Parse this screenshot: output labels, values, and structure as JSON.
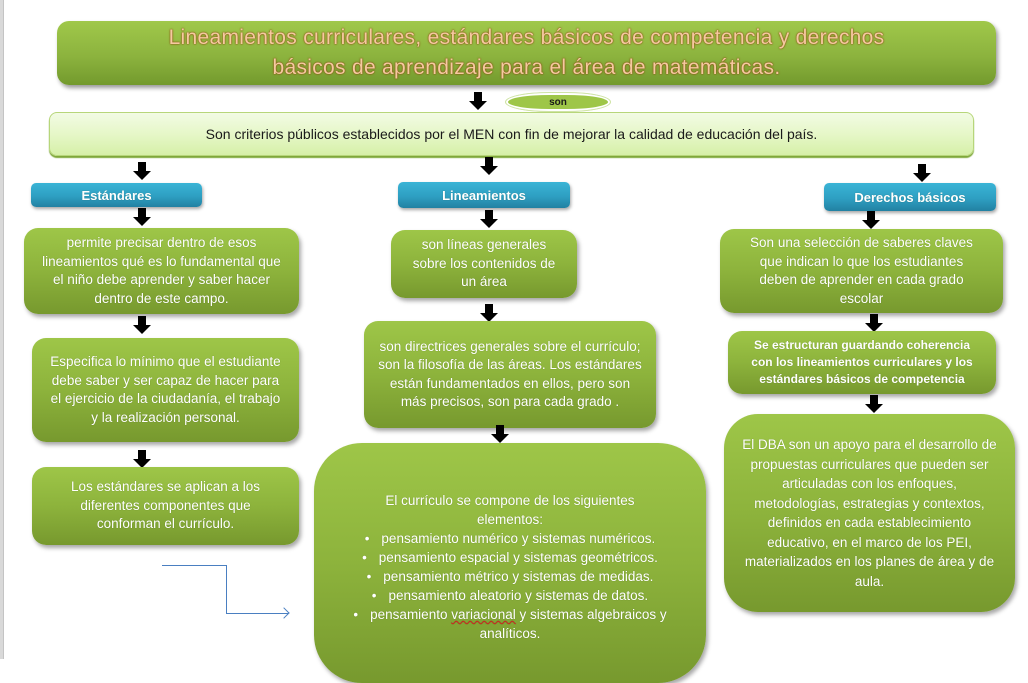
{
  "title": {
    "line1": "Lineamientos curriculares, estándares básicos de competencia y derechos",
    "line2": "básicos de aprendizaje para el área de matemáticas."
  },
  "connector_label": "son",
  "definition": "Son criterios públicos establecidos por el MEN con fin de mejorar  la calidad de educación del país.",
  "columns": {
    "estandares": {
      "header": "Estándares",
      "boxes": [
        "permite precisar dentro de esos lineamientos qué es lo fundamental que el niño debe aprender y saber hacer dentro de este campo.",
        "Especifica lo mínimo que el estudiante debe saber y ser capaz de hacer para el ejercicio de la ciudadanía, el trabajo y la realización personal.",
        "Los estándares se aplican a los diferentes componentes que conforman el currículo."
      ]
    },
    "lineamientos": {
      "header": "Lineamientos",
      "boxes": [
        "son líneas generales sobre los contenidos de un área",
        "son directrices generales sobre el currículo; son la filosofía de las áreas. Los estándares están fundamentados en ellos, pero son más precisos, son para cada grado ."
      ],
      "curriculum": {
        "intro": "El currículo se compone de los siguientes elementos:",
        "items": [
          "pensamiento numérico y sistemas numéricos.",
          "pensamiento espacial y sistemas geométricos.",
          "pensamiento métrico y sistemas de medidas.",
          "pensamiento aleatorio y sistemas de datos.",
          "pensamiento variacional y sistemas algebraicos y analíticos."
        ],
        "item5_prefix": "pensamiento ",
        "item5_flagged": "variacional",
        "item5_suffix": " y sistemas algebraicos y analíticos."
      }
    },
    "derechos": {
      "header": "Derechos básicos",
      "boxes": [
        "Son una selección de saberes claves que indican lo que los estudiantes deben de  aprender en cada grado escolar",
        "Se estructuran guardando coherencia con los lineamientos curriculares y los estándares básicos  de competencia",
        "El DBA son un apoyo para el desarrollo  de propuestas curriculares que pueden ser articuladas con los enfoques, metodologías, estrategias y contextos, definidos en cada establecimiento educativo, en el marco de los PEI, materializados en los planes de área y de aula."
      ]
    }
  },
  "colors": {
    "green_box": "#8db33c",
    "blue_header": "#2e9fc2",
    "definition_bg": "#e6f7c8",
    "title_text": "#f5c9a0",
    "connector_line": "#4a7fc1"
  }
}
